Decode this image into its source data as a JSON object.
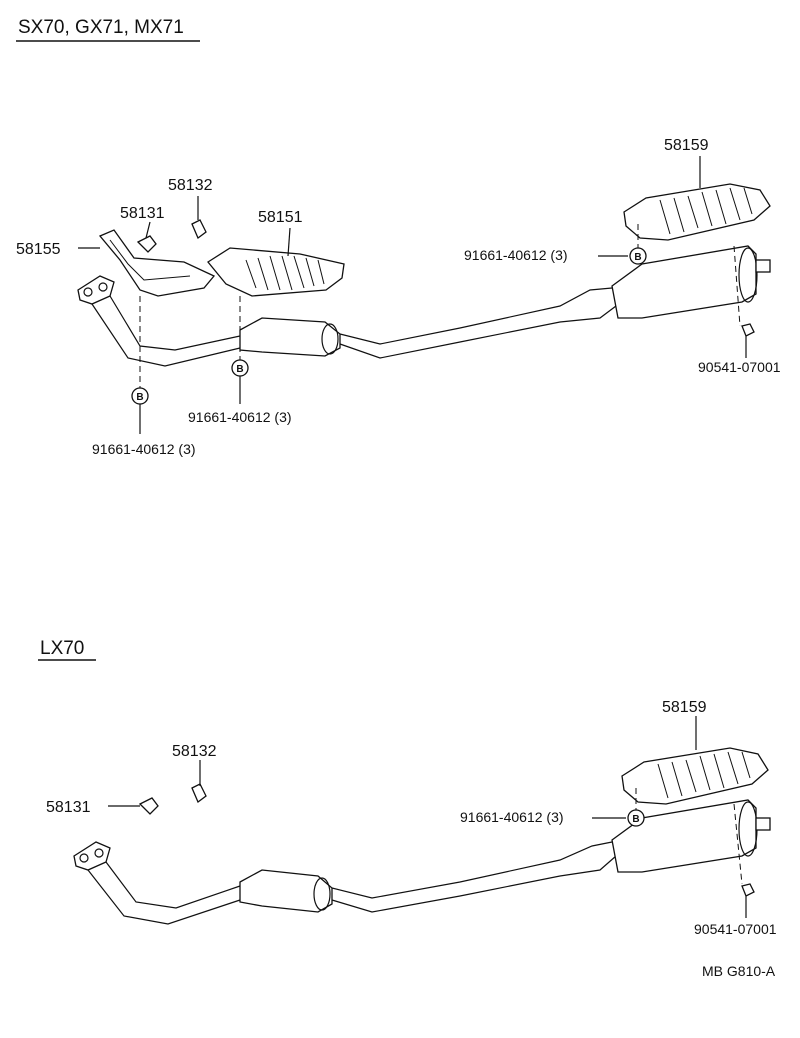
{
  "top": {
    "header": "SX70, GX71, MX71",
    "labels": {
      "p58155": "58155",
      "p58131": "58131",
      "p58132": "58132",
      "p58151": "58151",
      "p58159": "58159",
      "bolt_left": "91661-40612 (3)",
      "bolt_mid": "91661-40612 (3)",
      "bolt_right": "91661-40612 (3)",
      "nut": "90541-07001"
    },
    "bolt_symbol": "B"
  },
  "bottom": {
    "header": "LX70",
    "labels": {
      "p58131": "58131",
      "p58132": "58132",
      "p58159": "58159",
      "bolt_right": "91661-40612 (3)",
      "nut": "90541-07001"
    },
    "bolt_symbol": "B"
  },
  "footer": {
    "code": "MB  G810-A"
  }
}
